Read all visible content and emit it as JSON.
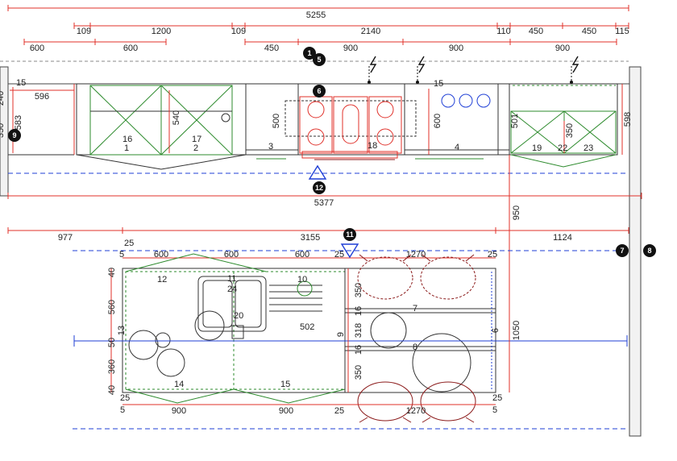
{
  "dimensions": {
    "top_total": "5255",
    "row2": [
      "109",
      "1200",
      "109",
      "2140",
      "110",
      "450",
      "450",
      "115"
    ],
    "row3_left": [
      "600",
      "600"
    ],
    "row3_right": [
      "450",
      "900",
      "900",
      "900"
    ],
    "wall_length": "5377",
    "island_row": [
      "977",
      "3155",
      "1124"
    ],
    "island_top": [
      "25",
      "5",
      "600",
      "600",
      "600",
      "25",
      "1270",
      "25"
    ],
    "island_bottom": [
      "25",
      "5",
      "900",
      "900",
      "25",
      "1270",
      "25",
      "5"
    ],
    "island_left": [
      "40",
      "560",
      "50",
      "360",
      "40",
      "13"
    ],
    "table_side": [
      "350",
      "16",
      "318",
      "16",
      "350"
    ],
    "height_950": "950",
    "height_1050": "1050",
    "wall_side": [
      "15",
      "596",
      "583",
      "240",
      "350"
    ],
    "unit_depths": [
      "540",
      "500",
      "600",
      "501",
      "350",
      "598",
      "15"
    ],
    "sink_502": "502",
    "end_9": "9",
    "end_6": "6"
  },
  "labels": {
    "base_units": [
      "16",
      "1",
      "17",
      "2",
      "3",
      "18",
      "4",
      "19",
      "22",
      "23"
    ],
    "island_items": [
      "12",
      "11",
      "24",
      "10",
      "20",
      "14",
      "15",
      "7",
      "8"
    ]
  },
  "markers": [
    "1",
    "5",
    "6",
    "12",
    "9",
    "11",
    "7",
    "8"
  ],
  "icons": {
    "outlet": "electrical-outlet-icon",
    "view": "view-direction-triangle-icon"
  },
  "colors": {
    "dimension": "#e0302a",
    "wall": "#1f3fd6",
    "cabinet": "#2e8b2e",
    "marker": "#111111"
  }
}
